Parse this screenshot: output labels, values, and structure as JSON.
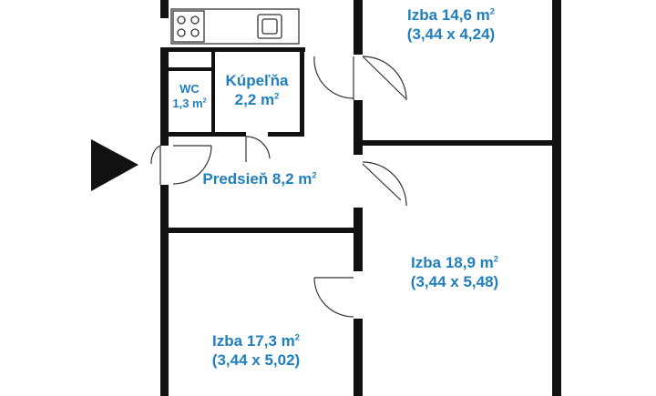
{
  "rooms": {
    "izba_top": {
      "name": "Izba",
      "area": "14,6 m",
      "sup": "2",
      "dims": "(3,44 x 4,24)"
    },
    "kupelna": {
      "name": "Kúpeľňa",
      "area": "2,2 m",
      "sup": "2"
    },
    "wc": {
      "name": "WC",
      "area": "1,3 m",
      "sup": "2"
    },
    "predsien": {
      "name": "Predsieň",
      "area": "8,2 m",
      "sup": "2"
    },
    "izba_right": {
      "name": "Izba",
      "area": "18,9 m",
      "sup": "2",
      "dims": "(3,44 x 5,48)"
    },
    "izba_left": {
      "name": "Izba",
      "area": "17,3 m",
      "sup": "2",
      "dims": "(3,44 x 5,02)"
    }
  },
  "colors": {
    "label": "#1f7fc0",
    "wall": "#111111",
    "line": "#333333"
  },
  "icons": [
    "entrance-arrow-icon",
    "stove-icon",
    "sink-icon"
  ]
}
